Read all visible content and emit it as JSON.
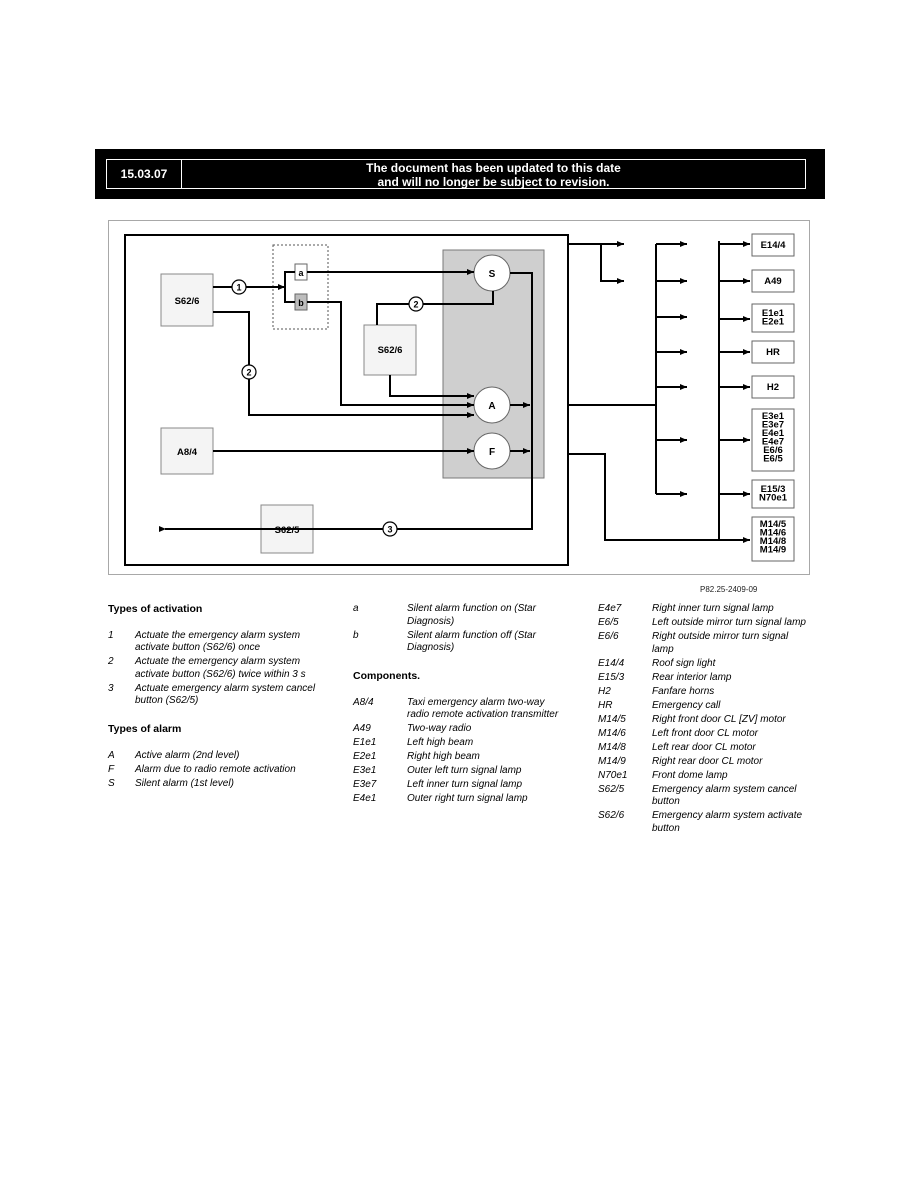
{
  "banner": {
    "date": "15.03.07",
    "line1": "The document has been updated to this date",
    "line2": "and will no longer be subject to revision."
  },
  "diagram": {
    "boxes": {
      "s62_6_main": "S62/6",
      "s62_6_second": "S62/6",
      "a8_4": "A8/4",
      "s62_5": "S62/5",
      "option_a": "a",
      "option_b": "b"
    },
    "circles": {
      "s": "S",
      "a": "A",
      "f": "F"
    },
    "markers": {
      "m1": "1",
      "m2a": "2",
      "m2b": "2",
      "m3": "3"
    },
    "outputs": [
      "E14/4",
      "A49",
      "E1e1\nE2e1",
      "HR",
      "H2",
      "E3e1\nE3e7\nE4e1\nE4e7\nE6/6\nE6/5",
      "E15/3\nN70e1",
      "M14/5\nM14/6\nM14/8\nM14/9"
    ],
    "reference": "P82.25-2409-09"
  },
  "legend": {
    "activation": {
      "title": "Types of activation",
      "items": [
        {
          "code": "1",
          "desc": "Actuate the emergency alarm system activate button (S62/6) once"
        },
        {
          "code": "2",
          "desc": "Actuate the emergency alarm system activate button (S62/6) twice within 3 s"
        },
        {
          "code": "3",
          "desc": "Actuate emergency alarm system cancel button (S62/5)"
        }
      ]
    },
    "alarm": {
      "title": "Types of alarm",
      "items": [
        {
          "code": "A",
          "desc": "Active alarm (2nd level)"
        },
        {
          "code": "F",
          "desc": "Alarm due to radio remote activation"
        },
        {
          "code": "S",
          "desc": "Silent alarm (1st level)"
        }
      ]
    },
    "functions": {
      "items": [
        {
          "code": "a",
          "desc": "Silent alarm function on (Star Diagnosis)"
        },
        {
          "code": "b",
          "desc": "Silent alarm function off (Star Diagnosis)"
        }
      ]
    },
    "components": {
      "title": "Components.",
      "items": [
        {
          "code": "A8/4",
          "desc": "Taxi emergency alarm two-way radio remote activation transmitter"
        },
        {
          "code": "A49",
          "desc": "Two-way radio"
        },
        {
          "code": "E1e1",
          "desc": "Left high beam"
        },
        {
          "code": "E2e1",
          "desc": "Right high beam"
        },
        {
          "code": "E3e1",
          "desc": "Outer left turn signal lamp"
        },
        {
          "code": "E3e7",
          "desc": "Left inner turn signal lamp"
        },
        {
          "code": "E4e1",
          "desc": "Outer right turn signal lamp"
        }
      ]
    },
    "components_cont": {
      "items": [
        {
          "code": "E4e7",
          "desc": "Right inner turn signal lamp"
        },
        {
          "code": "E6/5",
          "desc": "Left outside mirror turn signal lamp"
        },
        {
          "code": "E6/6",
          "desc": "Right outside mirror turn signal lamp"
        },
        {
          "code": "E14/4",
          "desc": "Roof sign light"
        },
        {
          "code": "E15/3",
          "desc": "Rear interior lamp"
        },
        {
          "code": "H2",
          "desc": "Fanfare horns"
        },
        {
          "code": "HR",
          "desc": "Emergency call"
        },
        {
          "code": "M14/5",
          "desc": "Right front door CL [ZV] motor"
        },
        {
          "code": "M14/6",
          "desc": "Left front door CL motor"
        },
        {
          "code": "M14/8",
          "desc": "Left rear door CL motor"
        },
        {
          "code": "M14/9",
          "desc": "Right rear door CL motor"
        },
        {
          "code": "N70e1",
          "desc": "Front dome lamp"
        },
        {
          "code": "S62/5",
          "desc": "Emergency alarm system cancel button"
        },
        {
          "code": "S62/6",
          "desc": "Emergency alarm system activate button"
        }
      ]
    }
  }
}
